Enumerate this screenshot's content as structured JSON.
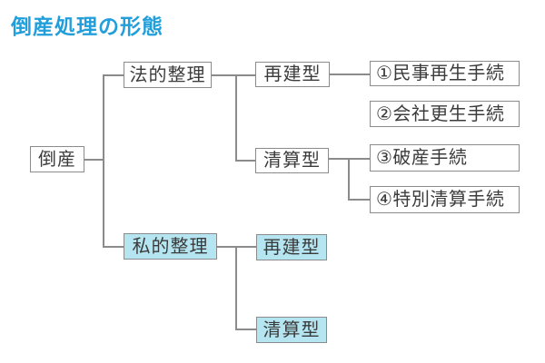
{
  "title": "倒産処理の形態",
  "colors": {
    "title": "#229FDB",
    "line": "#8B8B8B",
    "box_border": "#8B8B8B",
    "text": "#3B3B3B",
    "highlight_fill": "#B5E5F0",
    "background": "#FFFFFF"
  },
  "nodes": {
    "root": {
      "label": "倒産"
    },
    "legal": {
      "label": "法的整理"
    },
    "private": {
      "label": "私的整理"
    },
    "legal_rehab": {
      "label": "再建型"
    },
    "legal_liq": {
      "label": "清算型"
    },
    "private_rehab": {
      "label": "再建型"
    },
    "private_liq": {
      "label": "清算型"
    },
    "proc1": {
      "label": "①民事再生手続"
    },
    "proc2": {
      "label": "②会社更生手続"
    },
    "proc3": {
      "label": "③破産手続"
    },
    "proc4": {
      "label": "④特別清算手続"
    }
  }
}
